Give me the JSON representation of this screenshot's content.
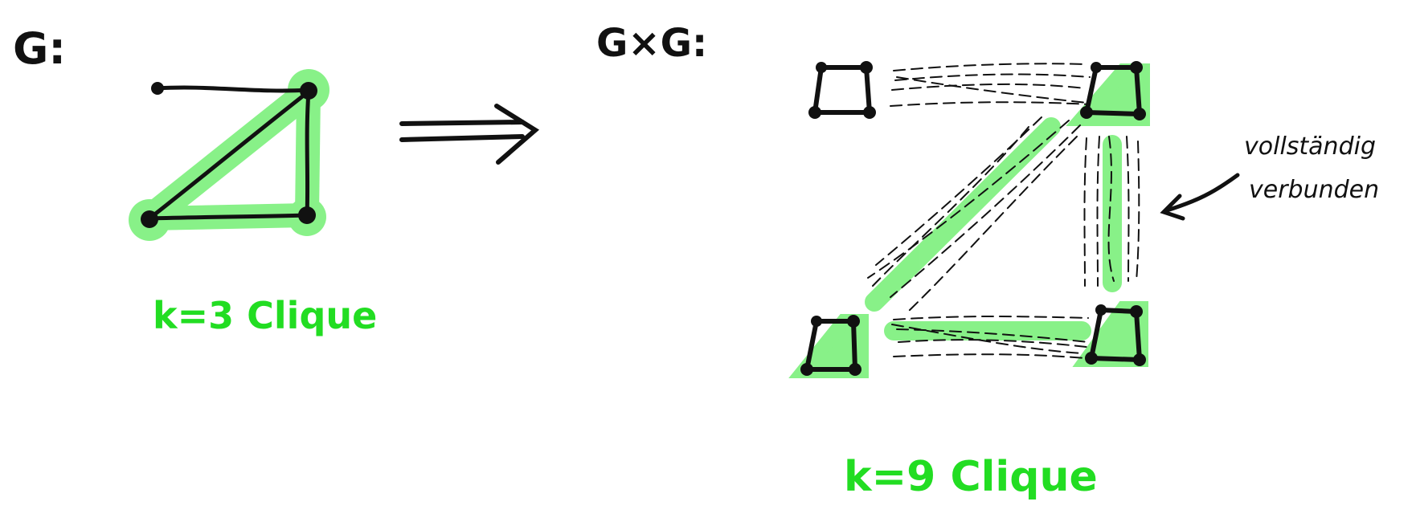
{
  "left": {
    "title": "G:",
    "caption": "k=3 Clique"
  },
  "right": {
    "title": "G×G:",
    "caption": "k=9 Clique",
    "annotation_line1": "vollständig",
    "annotation_line2": "verbunden"
  },
  "colors": {
    "ink": "#111111",
    "highlight": "#7cf07c",
    "caption_green": "#22dd22"
  }
}
